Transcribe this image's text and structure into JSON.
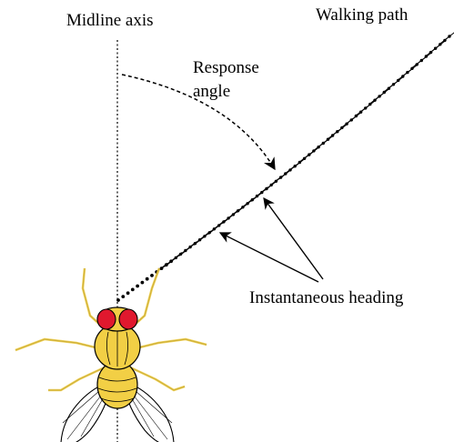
{
  "labels": {
    "midline_axis": "Midline axis",
    "walking_path": "Walking path",
    "response_angle_line1": "Response",
    "response_angle_line2": "angle",
    "instantaneous_heading": "Instantaneous heading"
  },
  "colors": {
    "ink": "#000000",
    "fly_body": "#f2cf45",
    "fly_eye": "#e0182e",
    "wing": "#ffffff"
  }
}
